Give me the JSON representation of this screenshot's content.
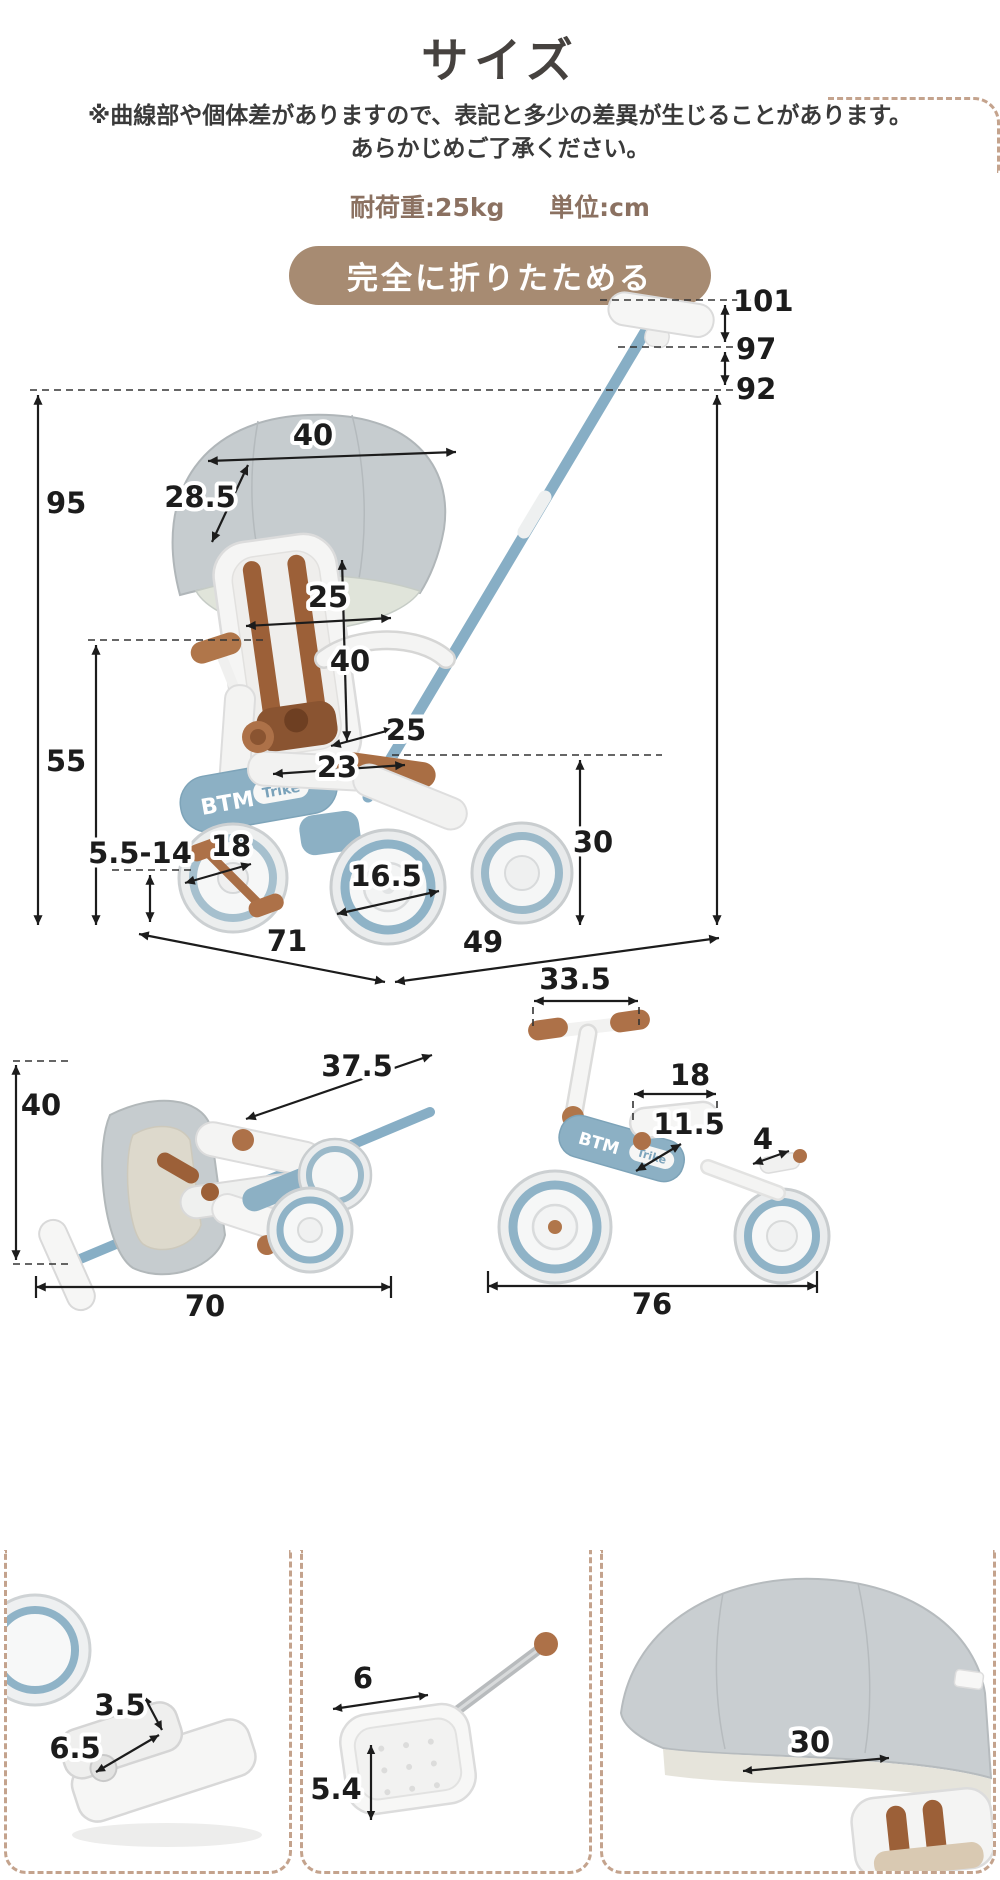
{
  "header": {
    "title": "サイズ",
    "note_line1": "※曲線部や個体差がありますので、表記と多少の差異が生じることがあります。",
    "note_line2": "あらかじめご了承ください。",
    "load_capacity": "耐荷重:25kg",
    "unit": "単位:cm",
    "badge": "完全に折りたためる"
  },
  "logo": {
    "btm": "BTM",
    "trike": "Trike"
  },
  "main": {
    "handle_height_top": "101",
    "handle_height_mid": "97",
    "handle_height_low": "92",
    "overall_height": "95",
    "canopy_width": "40",
    "canopy_depth": "28.5",
    "seat_width": "25",
    "backrest_height": "40",
    "seat_depth": "25",
    "seat_front_width": "23",
    "seat_floor_height": "55",
    "rear_height": "30",
    "saddle_range": "5.5-14",
    "front_wheel_width": "18",
    "rear_wheel_size": "16.5",
    "length_front": "71",
    "length_rear": "49"
  },
  "folded": {
    "height": "40",
    "bar_length": "37.5",
    "width": "70"
  },
  "bike": {
    "handlebar_width": "33.5",
    "saddle_length": "18",
    "saddle_width": "11.5",
    "pedal_width": "4",
    "length": "76"
  },
  "details": {
    "clamp": {
      "dim_a": "3.5",
      "dim_b": "6.5"
    },
    "pedal": {
      "width": "6",
      "depth": "5.4"
    },
    "canopy": {
      "width": "30"
    }
  }
}
